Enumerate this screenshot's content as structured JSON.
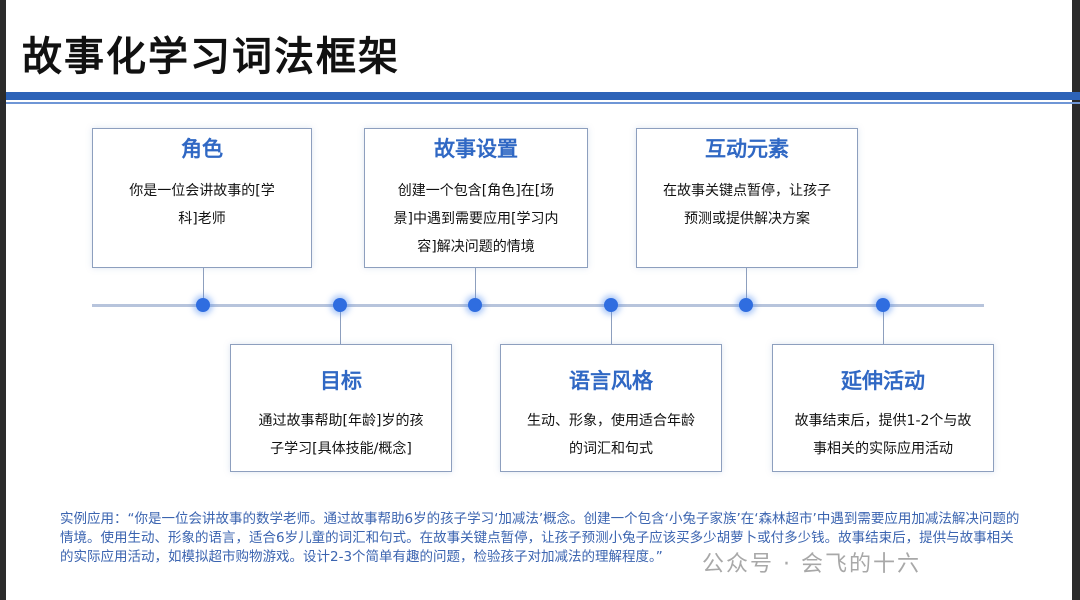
{
  "title": "故事化学习词法框架",
  "cards": [
    {
      "id": "role",
      "title": "角色",
      "text": "你是一位会讲故事的[学科]老师"
    },
    {
      "id": "goal",
      "title": "目标",
      "text": "通过故事帮助[年龄]岁的孩子学习[具体技能/概念]"
    },
    {
      "id": "setting",
      "title": "故事设置",
      "text": "创建一个包含[角色]在[场景]中遇到需要应用[学习内容]解决问题的情境"
    },
    {
      "id": "style",
      "title": "语言风格",
      "text": "生动、形象，使用适合年龄的词汇和句式"
    },
    {
      "id": "interact",
      "title": "互动元素",
      "text": "在故事关键点暂停，让孩子预测或提供解决方案"
    },
    {
      "id": "extend",
      "title": "延伸活动",
      "text": "故事结束后，提供1-2个与故事相关的实际应用活动"
    }
  ],
  "example": "实例应用：“你是一位会讲故事的数学老师。通过故事帮助6岁的孩子学习‘加减法’概念。创建一个包含‘小兔子家族’在‘森林超市’中遇到需要应用加减法解决问题的情境。使用生动、形象的语言，适合6岁儿童的词汇和句式。在故事关键点暂停，让孩子预测小兔子应该买多少胡萝卜或付多少钱。故事结束后，提供与故事相关的实际应用活动，如模拟超市购物游戏。设计2-3个简单有趣的问题，检验孩子对加减法的理解程度。”",
  "watermark": "公众号 · 会飞的十六"
}
